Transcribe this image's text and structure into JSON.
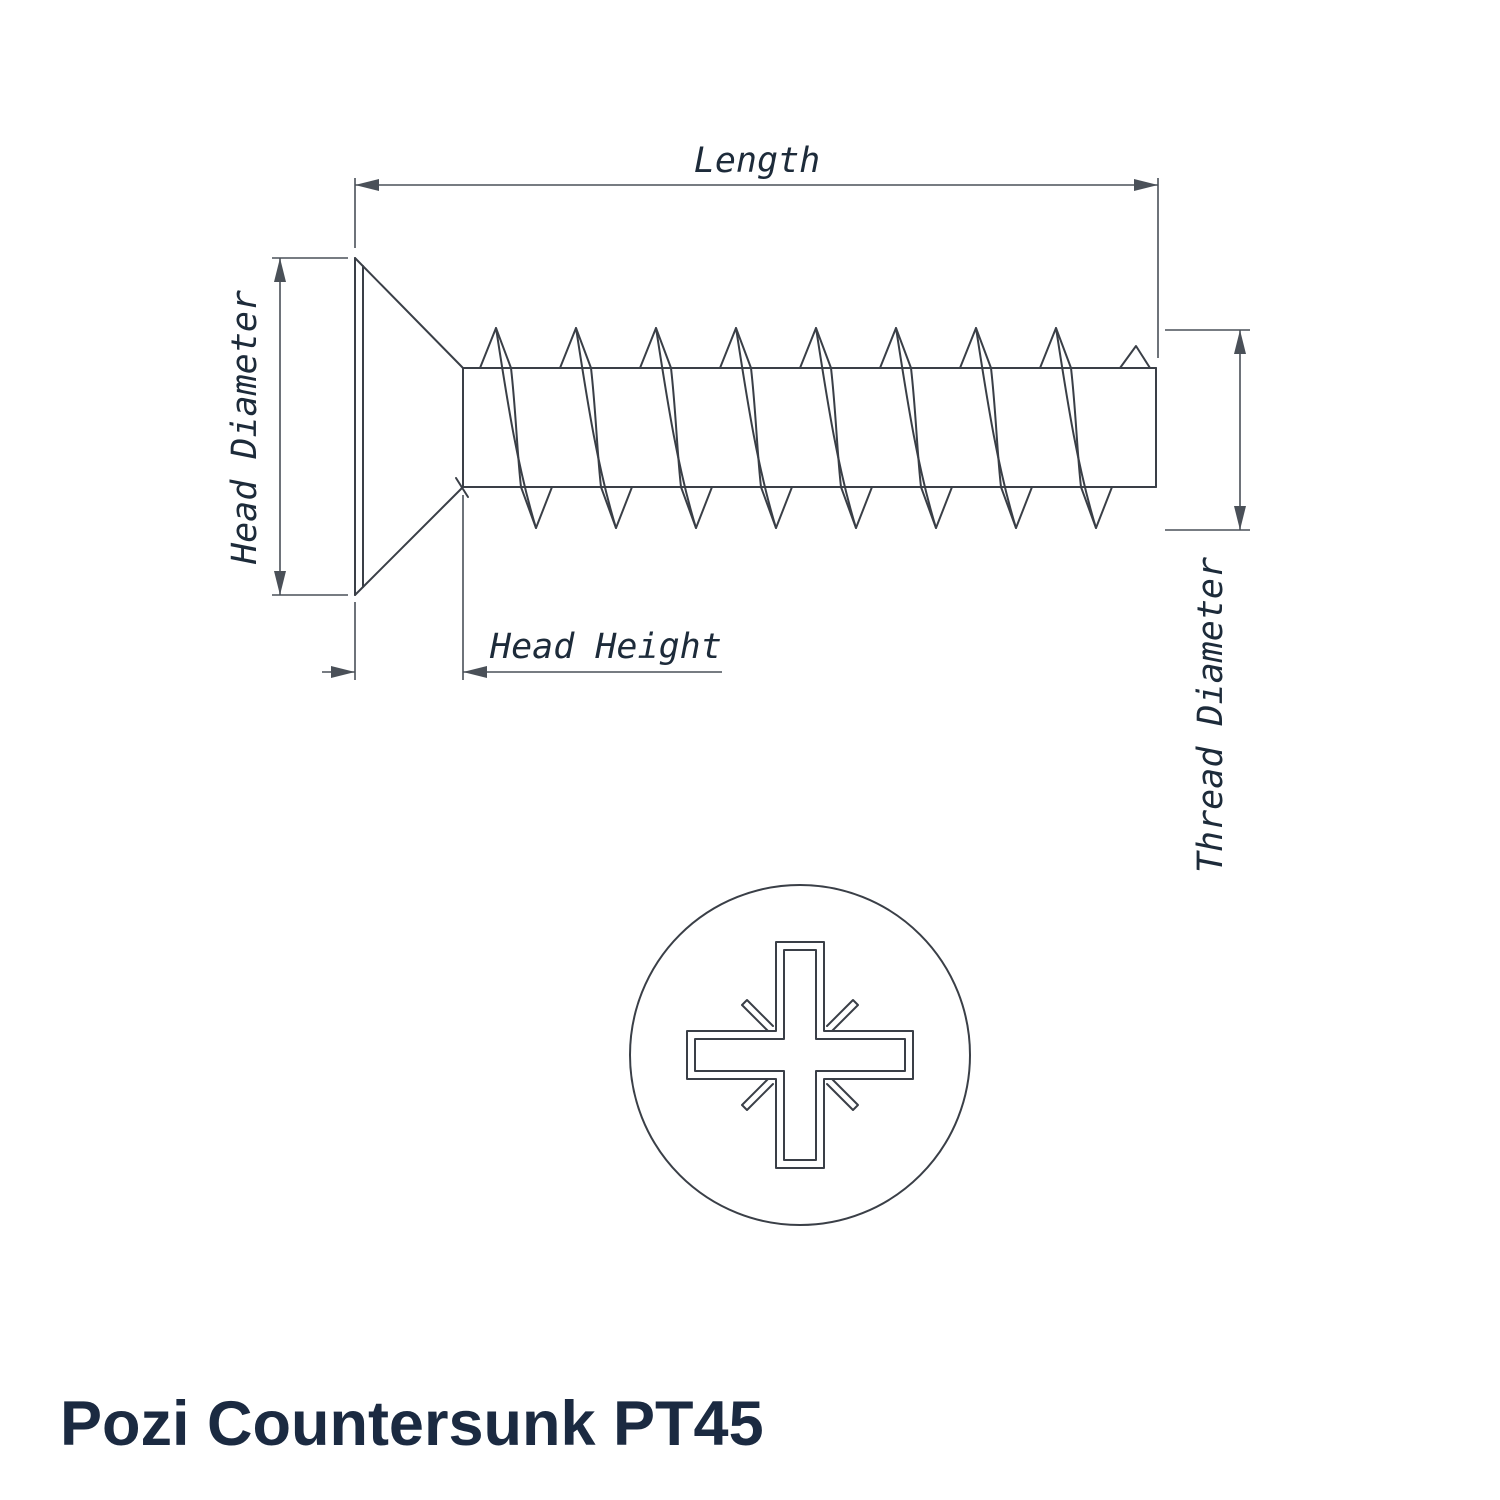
{
  "title": "Pozi Countersunk PT45",
  "diagram": {
    "type": "technical-drawing",
    "views": [
      "screw-side-view",
      "screw-head-front-view"
    ],
    "labels": {
      "length": "Length",
      "head_diameter": "Head Diameter",
      "head_height": "Head Height",
      "thread_diameter": "Thread Diameter"
    },
    "colors": {
      "line": "#3a3f47",
      "dimension": "#4a5058",
      "label_text": "#1d2b3a",
      "title_text": "#1b2a41",
      "background": "#ffffff"
    }
  }
}
